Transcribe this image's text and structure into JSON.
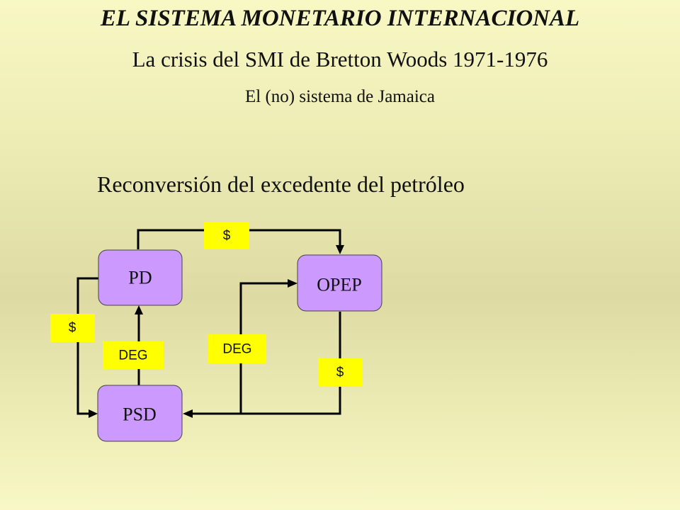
{
  "slide": {
    "title": "EL SISTEMA MONETARIO INTERNACIONAL",
    "subtitle": "La crisis del SMI de Bretton Woods 1971-1976",
    "subsubtitle": "El (no) sistema de Jamaica",
    "section_heading": "Reconversión del excedente del petróleo"
  },
  "diagram": {
    "nodes": {
      "pd": "PD",
      "opep": "OPEP",
      "psd": "PSD"
    },
    "flows": {
      "pd_to_opep": "$",
      "pd_to_psd": "$",
      "psd_to_pd": "DEG",
      "psd_to_opep": "DEG",
      "opep_to_psd": "$"
    },
    "colors": {
      "node_fill": "#cc99ff",
      "label_fill": "#ffff00",
      "line": "#000000"
    }
  }
}
